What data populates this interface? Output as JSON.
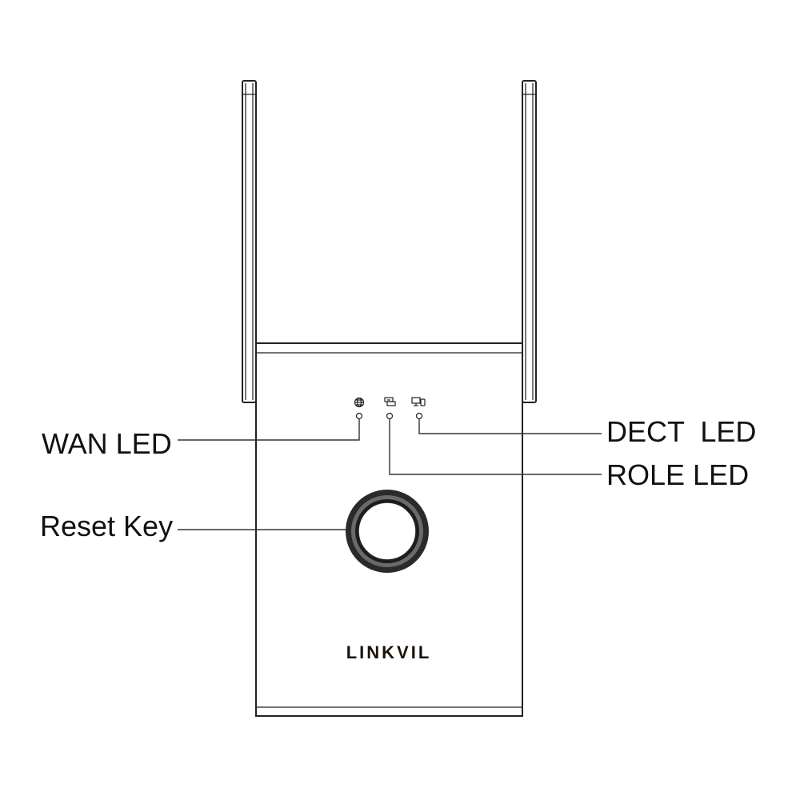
{
  "brand": "LINKVIL",
  "callouts": {
    "wan_led": "WAN LED",
    "dect_led": "DECT  LED",
    "role_led": "ROLE LED",
    "reset_key": "Reset Key"
  },
  "icons": {
    "wan": "globe-icon",
    "role": "network-icon",
    "dect": "devices-icon"
  }
}
